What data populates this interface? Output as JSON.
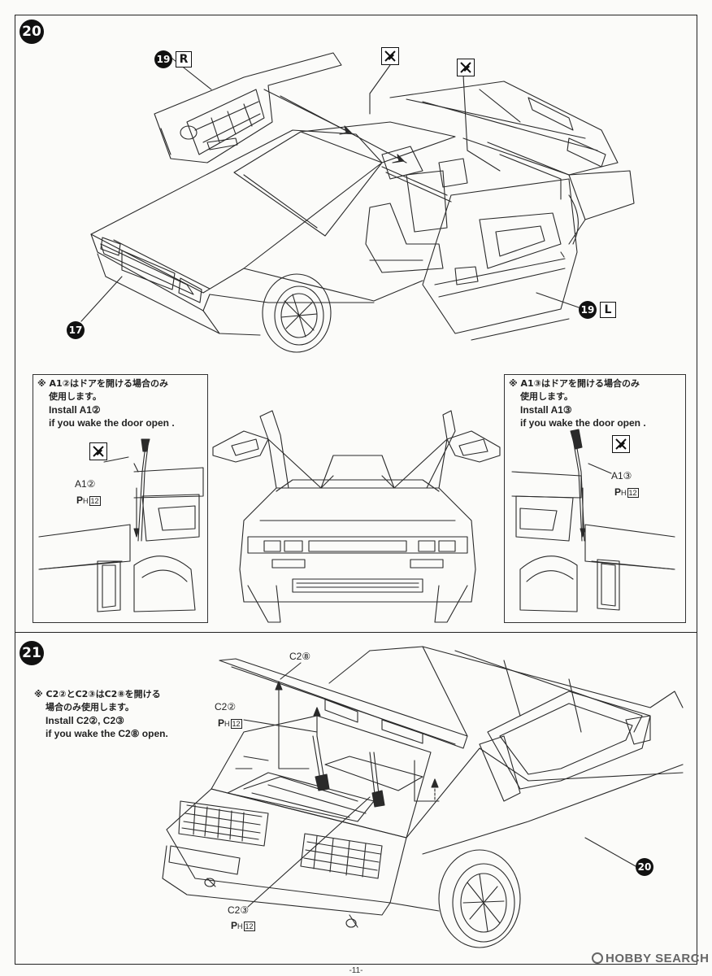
{
  "steps": {
    "s20": {
      "number": "20",
      "ref_door_r": {
        "number": "19",
        "side": "R"
      },
      "ref_door_l": {
        "number": "19",
        "side": "L"
      },
      "ref_body": "17",
      "left_note": {
        "ja_1": "※ A1②はドアを開ける場合のみ",
        "ja_2": "使用します。",
        "en_1": "Install A1②",
        "en_2": "if you wake the door open ."
      },
      "right_note": {
        "ja_1": "※ A1③はドアを開ける場合のみ",
        "ja_2": "使用します。",
        "en_1": "Install A1③",
        "en_2": "if you wake the door open ."
      },
      "left_part": "A1②",
      "right_part": "A1③",
      "paint_code": "12"
    },
    "s21": {
      "number": "21",
      "ref_body": "20",
      "note": {
        "ja_1": "※ C2②とC2③はC2⑧を開ける",
        "ja_2": "場合のみ使用します。",
        "en_1": "Install C2②, C2③",
        "en_2": "if you wake the C2⑧ open."
      },
      "part_c2_8": "C2⑧",
      "part_c2_2": "C2②",
      "part_c2_3": "C2③",
      "paint_code": "12"
    }
  },
  "footer": {
    "page": "-11-",
    "watermark": "HOBBY SEARCH"
  },
  "icons": {
    "no_glue": "no-glue-icon",
    "badge": "step-number-badge"
  }
}
